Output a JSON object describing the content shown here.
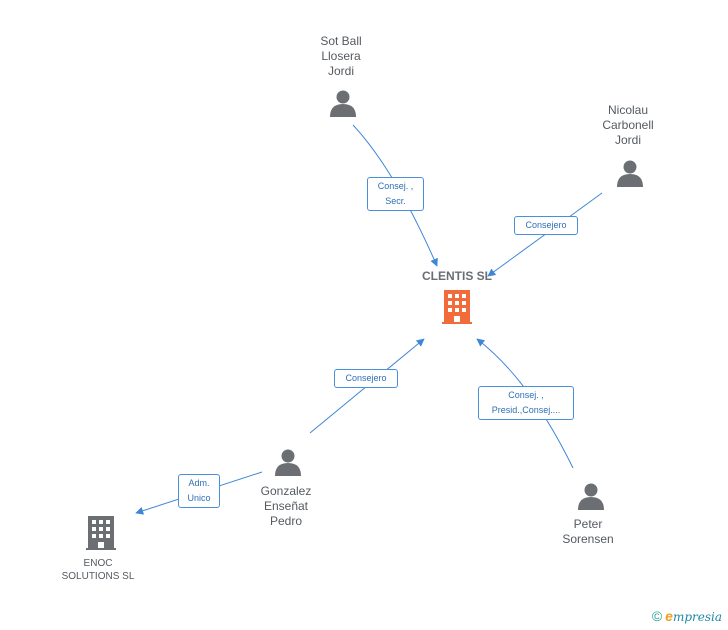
{
  "center": {
    "name": "CLENTIS SL",
    "color": "#f26b3a"
  },
  "people": [
    {
      "id": "sot",
      "lines": [
        "Sot Ball",
        "Llosera",
        "Jordi"
      ]
    },
    {
      "id": "nicolau",
      "lines": [
        "Nicolau",
        "Carbonell",
        "Jordi"
      ]
    },
    {
      "id": "gonzalez",
      "lines": [
        "Gonzalez",
        "Enseñat",
        "Pedro"
      ]
    },
    {
      "id": "peter",
      "lines": [
        "Peter",
        "Sorensen"
      ]
    }
  ],
  "companies": [
    {
      "id": "enoc",
      "lines": [
        "ENOC",
        "SOLUTIONS SL"
      ],
      "color": "#6b6f73"
    }
  ],
  "relations": [
    {
      "id": "sot-clentis",
      "lines": [
        "Consej. ,",
        "Secr."
      ]
    },
    {
      "id": "nicolau-clentis",
      "lines": [
        "Consejero"
      ]
    },
    {
      "id": "gonzalez-clentis",
      "lines": [
        "Consejero"
      ]
    },
    {
      "id": "peter-clentis",
      "lines": [
        "Consej. ,",
        "Presid.,Consej...."
      ]
    },
    {
      "id": "gonzalez-enoc",
      "lines": [
        "Adm.",
        "Unico"
      ]
    }
  ],
  "colors": {
    "edge": "#3f86d6",
    "person": "#6b6f73"
  },
  "footer": {
    "copyright": "©",
    "brand_initial": "e",
    "brand_rest": "mpresia"
  }
}
